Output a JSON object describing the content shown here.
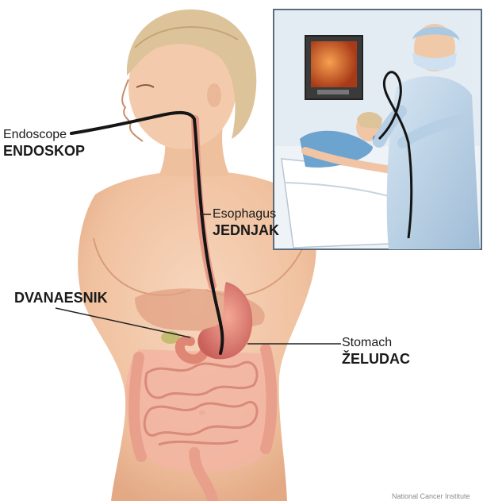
{
  "labels": {
    "endoscope": {
      "en": "Endoscope",
      "hr": "ENDOSKOP"
    },
    "esophagus": {
      "en": "Esophagus",
      "hr": "JEDNJAK"
    },
    "duodenum": {
      "hr": "DVANAESNIK"
    },
    "stomach": {
      "en": "Stomach",
      "hr": "ŽELUDAC"
    }
  },
  "credit": "National Cancer Institute",
  "colors": {
    "skin": "#f2c7a6",
    "skin_shade": "#e3a985",
    "hair": "#d9c095",
    "stomach": "#e58b7d",
    "intestine": "#f0aa98",
    "liver": "#d88a6e",
    "gown": "#b9d2e6",
    "monitor": "#e07030",
    "tube": "#151515",
    "leader": "#222222",
    "inset_border": "#5a6b7d"
  },
  "icons": [
    "monitor-icon",
    "endoscope-tube-icon"
  ]
}
